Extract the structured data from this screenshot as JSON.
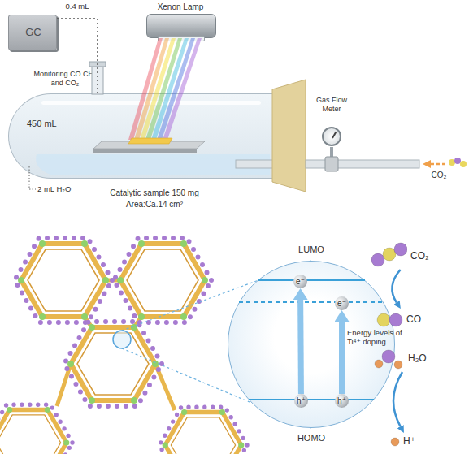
{
  "diagram": {
    "nodes": [
      {
        "text": [
          "GC"
        ]
      },
      {
        "text": [
          "Xenon Lamp"
        ]
      },
      {
        "text": [
          "450 mL"
        ]
      },
      {
        "text": [
          "Gas Flow Meter"
        ]
      },
      {
        "text": [
          "Energy levels of Ti⁴⁺ doping"
        ]
      },
      {
        "text": [
          "e⁻"
        ],
        "in": 4
      },
      {
        "text": [
          "e⁻"
        ],
        "in": 4
      },
      {
        "text": [
          "h⁺"
        ],
        "in": 4
      },
      {
        "text": [
          "h⁺"
        ],
        "in": 4
      },
      {
        "text": [
          "CO₂"
        ]
      },
      {
        "text": [
          "CO"
        ]
      },
      {
        "text": [
          "H₂O"
        ]
      },
      {
        "text": [
          "H⁺"
        ]
      }
    ],
    "edges": [
      {
        "from": 0,
        "to": 2,
        "arrow": "none"
      },
      {
        "from": 7,
        "to": 5,
        "arrow": "to"
      },
      {
        "from": 8,
        "to": 6,
        "arrow": "to"
      },
      {
        "from": 9,
        "to": 10,
        "arrow": "to"
      },
      {
        "from": 11,
        "to": 12,
        "arrow": "to"
      }
    ],
    "labels": [
      "0.4 mL",
      "Monitoring CO CH₄ and CO₂",
      "2 mL H₂O",
      "Catalytic sample 150 mg",
      "Area:Ca.14 cm²",
      "CO₂",
      "LUMO",
      "HOMO"
    ]
  }
}
